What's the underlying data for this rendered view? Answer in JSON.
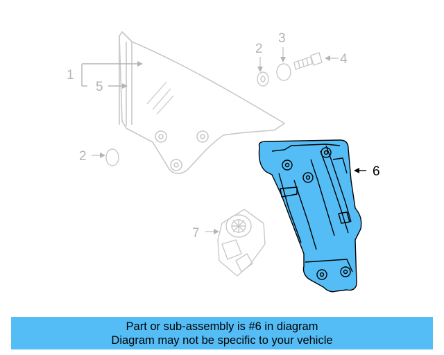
{
  "diagram": {
    "highlight_color": "#55bdf6",
    "ghost_color": "#c8c8c8",
    "callouts": {
      "label_1": "1",
      "label_2_top": "2",
      "label_2_left": "2",
      "label_3": "3",
      "label_4": "4",
      "label_5": "5",
      "label_6": "6",
      "label_7": "7"
    },
    "highlighted_part": "6"
  },
  "banner": {
    "background": "#55bdf6",
    "line1": "Part or sub-assembly is #6 in diagram",
    "line2": "Diagram may not be specific to your vehicle"
  }
}
